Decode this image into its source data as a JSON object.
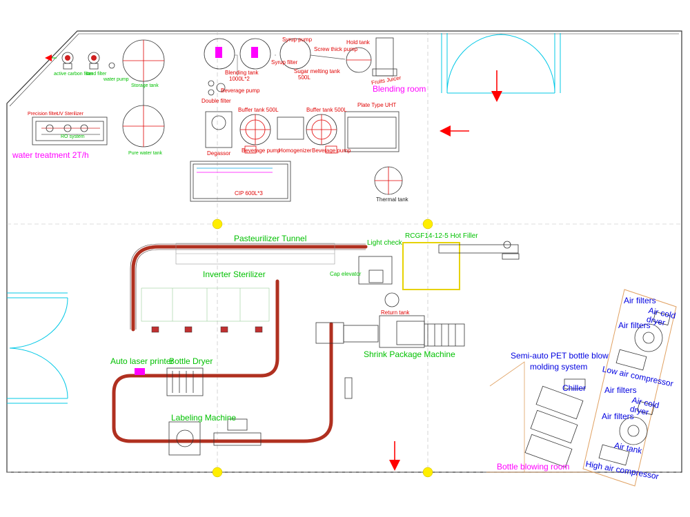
{
  "labels": {
    "active_carbon_filter": "active carbon filter",
    "sand_filter": "sand filter",
    "water_pump": "water pump",
    "storage_tank": "Storage tank",
    "pure_water_tank": "Pure water tank",
    "precision_filter": "Precision filter",
    "uv_sterilizer": "UV Sterilizer",
    "ro_system": "RO system",
    "water_treatment": "water treatment 2T/h",
    "blending_tank": "Blending tank",
    "blending_tank_cap": "1000L*2",
    "beverage_pump_top": "Beverage pump",
    "double_filter": "Double filter",
    "syrup_pump": "Syrup pump",
    "syrup_filter": "Syrup filter",
    "screw_thick_pump": "Screw thick pump",
    "sugar_melting_tank": "Sugar melting tank",
    "sugar_melting_cap": "500L",
    "hold_tank": "Hold tank",
    "fruits_juicer": "Fruits Juicer",
    "blending_room": "Blending room",
    "buffer_tank_1": "Buffer tank 500L",
    "buffer_tank_2": "Buffer tank 500L",
    "plate_uht": "Plate Type UHT",
    "degassor": "Degassor",
    "beverage_pump_1": "Beverage pump",
    "homogenizer": "Homogenizer",
    "beverage_pump_2": "Beverage pump",
    "cip": "CIP 600L*3",
    "thermal_tank": "Thermal tank",
    "pasteurilizer_tunnel": "Pasteurilizer Tunnel",
    "light_check": "Light check",
    "hot_filler": "RCGF14-12-5 Hot Filler",
    "cap_elevator": "Cap elevator",
    "inverter_sterilizer": "Inverter Sterilizer",
    "return_tank": "Return tank",
    "shrink_package": "Shrink Package Machine",
    "auto_laser_printer": "Auto laser printer",
    "bottle_dryer": "Bottle Dryer",
    "labeling_machine": "Labeling Machine",
    "semi_auto_pet_1": "Semi-auto PET bottle blow",
    "semi_auto_pet_2": "molding system",
    "chiller": "Chiller",
    "bottle_blowing_room": "Bottle blowing room",
    "air_filters_1": "Air filters",
    "air_filters_2": "Air filters",
    "air_filters_3": "Air filters",
    "air_filters_4": "Air filters",
    "air_cold_dryer_1": "Air cold\ndryer",
    "air_cold_dryer_2": "Air cold\ndryer",
    "low_air_compressor": "Low air compressor",
    "air_tank": "Air tank",
    "high_air_compressor": "High air compressor"
  },
  "colors": {
    "wall": "#333333",
    "conveyor": "#b03020",
    "door": "#00c8e6",
    "arrow": "#ff0000",
    "column": "#ffee00",
    "filler_border": "#e6d200",
    "blow_room_border": "#e0a060",
    "magenta_line": "#ff00ff"
  }
}
